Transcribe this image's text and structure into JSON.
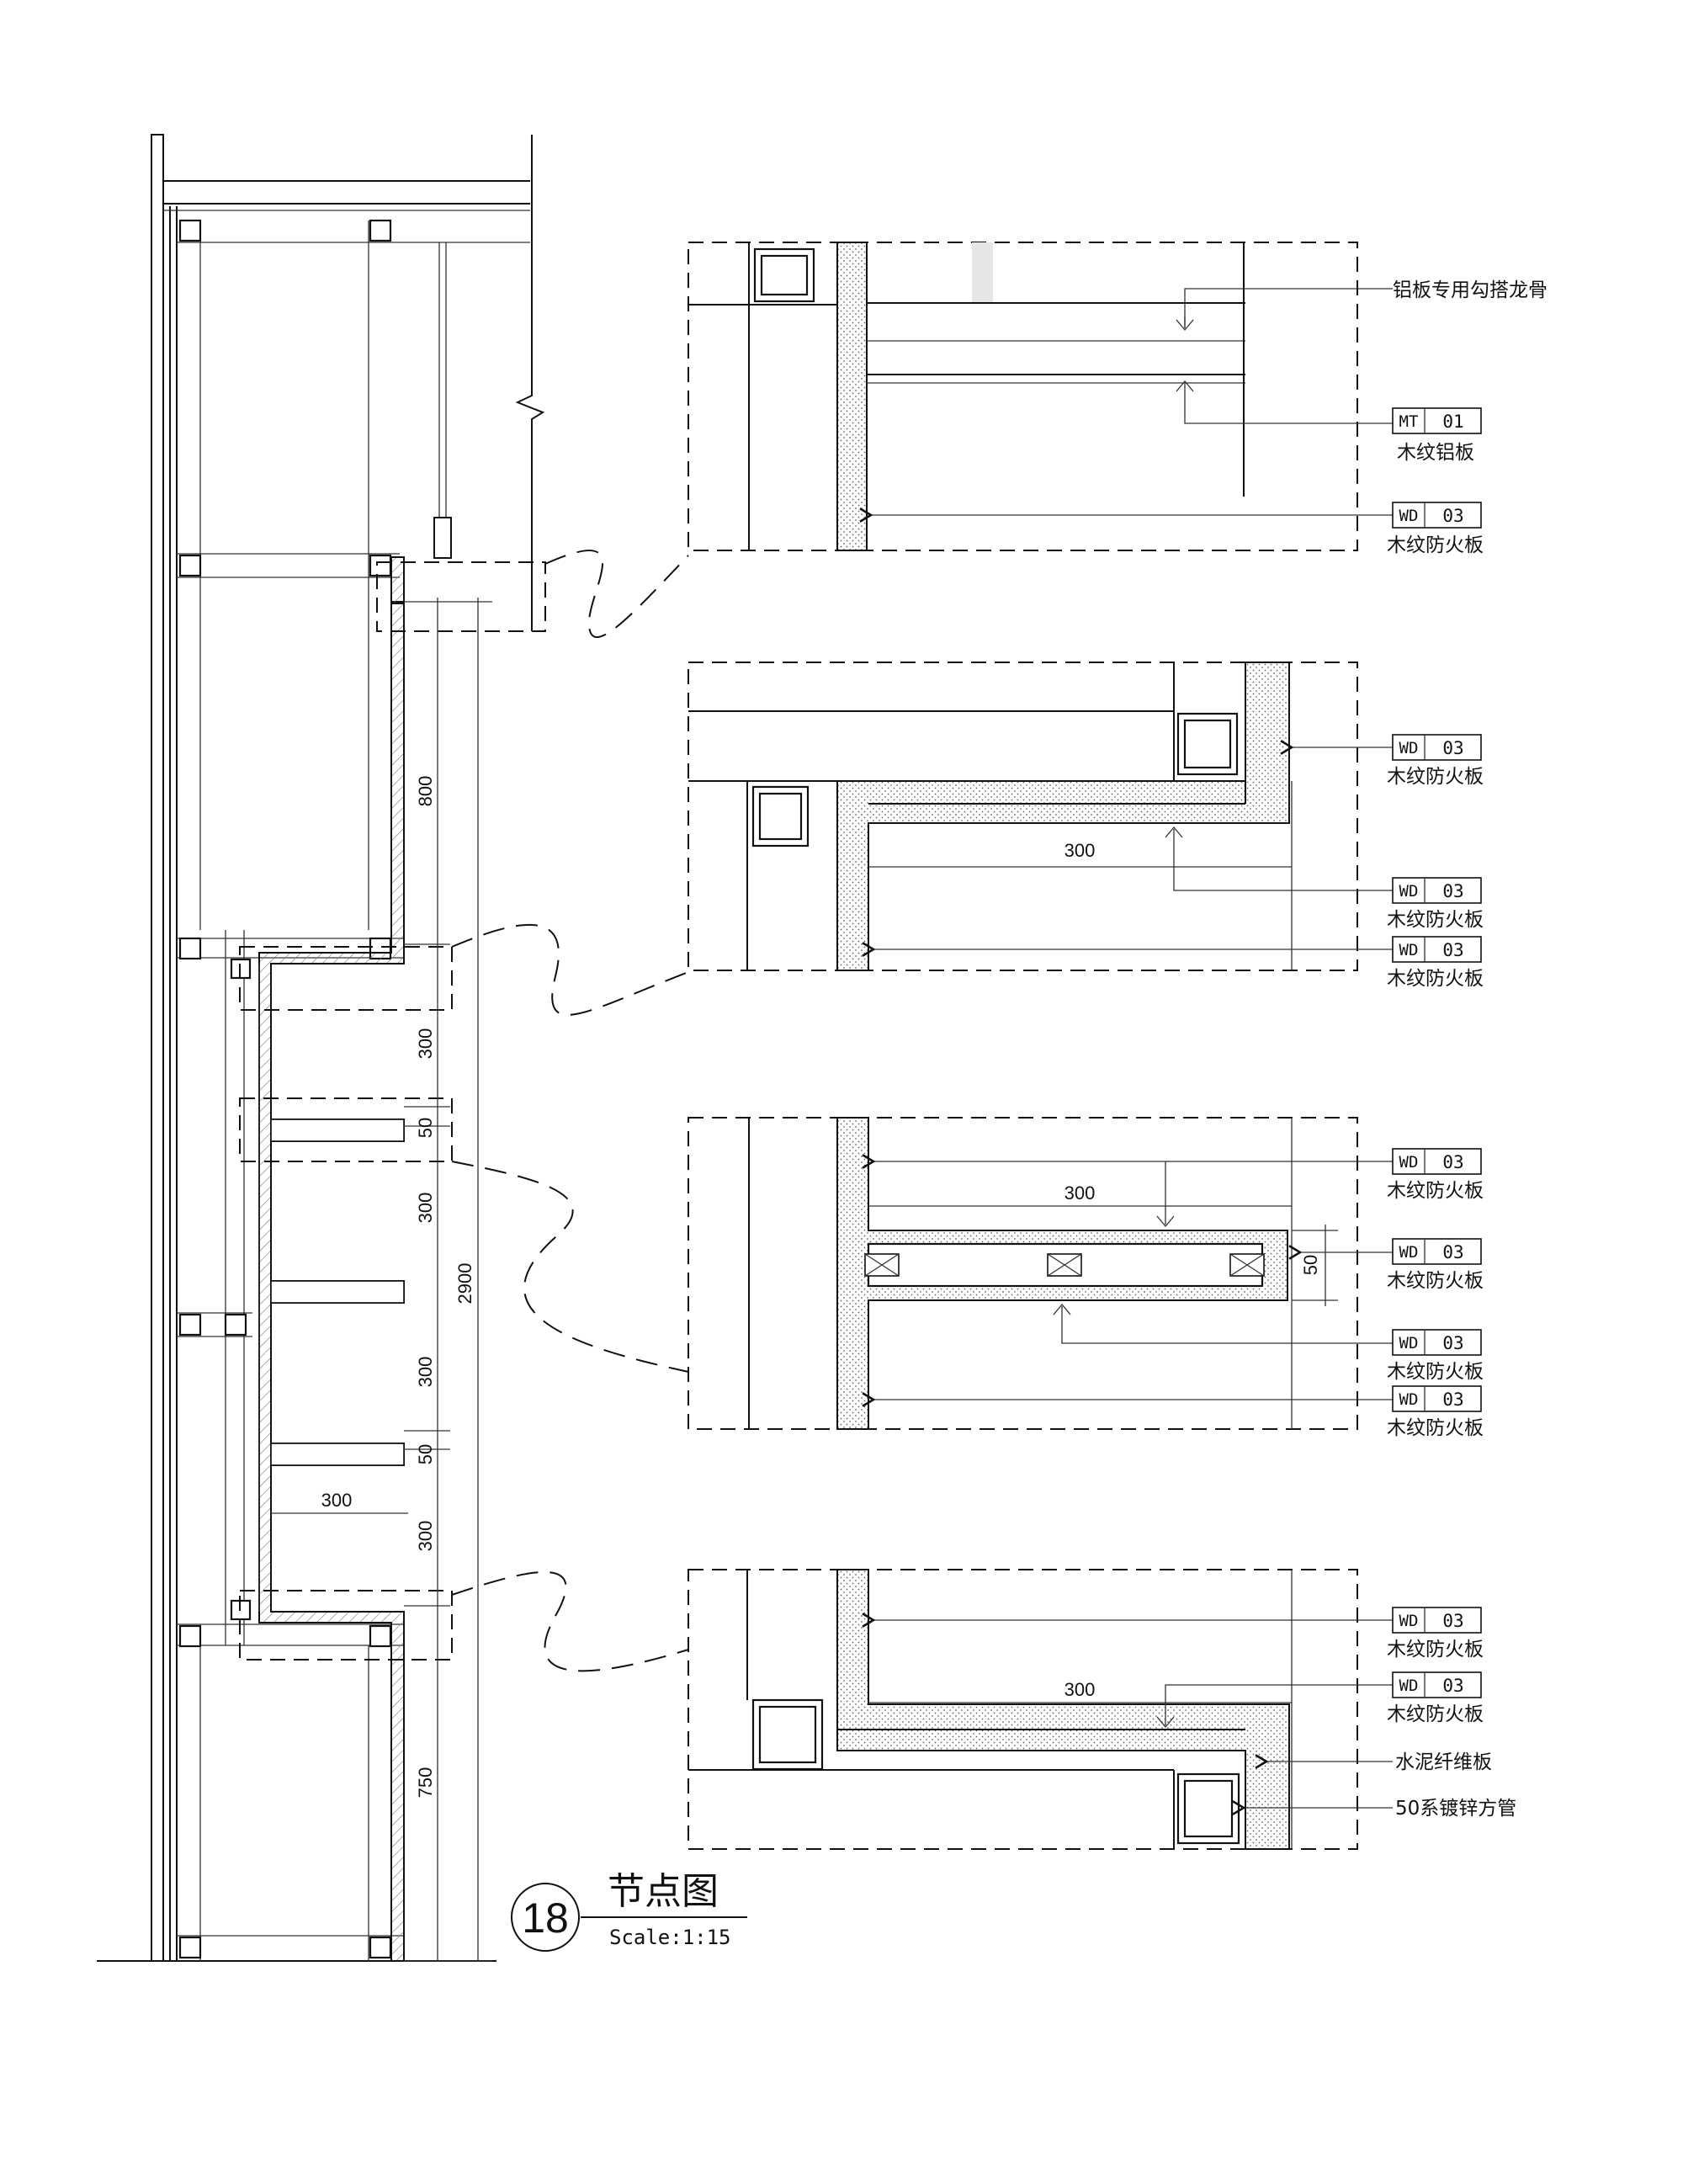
{
  "dimensions": {
    "d800": "800",
    "d300": "300",
    "d50": "50",
    "d2900": "2900",
    "d750": "750"
  },
  "materials": {
    "alu_grid": "铝板专用勾搭龙骨",
    "mt_code": "MT",
    "mt_num": "01",
    "mt_name": "木纹铝板",
    "wd_code": "WD",
    "wd_num": "03",
    "wd_name": "木纹防火板",
    "cement_board": "水泥纤维板",
    "steel_tube": "50系镀锌方管"
  },
  "title_block": {
    "number": "18",
    "title": "节点图",
    "scale": "Scale:1:15"
  },
  "colors": {
    "line": "#111111",
    "background": "#ffffff"
  }
}
